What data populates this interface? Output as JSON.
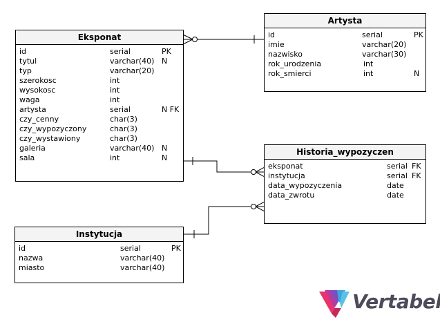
{
  "entities": {
    "eksponat": {
      "title": "Eksponat",
      "columns": [
        {
          "name": "id",
          "type": "serial",
          "flags": "PK"
        },
        {
          "name": "tytul",
          "type": "varchar(40)",
          "flags": "N"
        },
        {
          "name": "typ",
          "type": "varchar(20)",
          "flags": ""
        },
        {
          "name": "szerokosc",
          "type": "int",
          "flags": ""
        },
        {
          "name": "wysokosc",
          "type": "int",
          "flags": ""
        },
        {
          "name": "waga",
          "type": "int",
          "flags": ""
        },
        {
          "name": "artysta",
          "type": "serial",
          "flags": "N FK"
        },
        {
          "name": "czy_cenny",
          "type": "char(3)",
          "flags": ""
        },
        {
          "name": "czy_wypozyczony",
          "type": "char(3)",
          "flags": ""
        },
        {
          "name": "czy_wystawiony",
          "type": "char(3)",
          "flags": ""
        },
        {
          "name": "galeria",
          "type": "varchar(40)",
          "flags": "N"
        },
        {
          "name": "sala",
          "type": "int",
          "flags": "N"
        }
      ]
    },
    "artysta": {
      "title": "Artysta",
      "columns": [
        {
          "name": "id",
          "type": "serial",
          "flags": "PK"
        },
        {
          "name": "imie",
          "type": "varchar(20)",
          "flags": ""
        },
        {
          "name": "nazwisko",
          "type": "varchar(30)",
          "flags": ""
        },
        {
          "name": "rok_urodzenia",
          "type": "int",
          "flags": ""
        },
        {
          "name": "rok_smierci",
          "type": "int",
          "flags": "N"
        }
      ]
    },
    "historia": {
      "title": "Historia_wypozyczen",
      "columns": [
        {
          "name": "eksponat",
          "type": "serial",
          "flags": "FK"
        },
        {
          "name": "instytucja",
          "type": "serial",
          "flags": "FK"
        },
        {
          "name": "data_wypozyczenia",
          "type": "date",
          "flags": ""
        },
        {
          "name": "data_zwrotu",
          "type": "date",
          "flags": ""
        }
      ]
    },
    "instytucja": {
      "title": "Instytucja",
      "columns": [
        {
          "name": "id",
          "type": "serial",
          "flags": "PK"
        },
        {
          "name": "nazwa",
          "type": "varchar(40)",
          "flags": ""
        },
        {
          "name": "miasto",
          "type": "varchar(40)",
          "flags": ""
        }
      ]
    }
  },
  "logo": {
    "text": "Vertabelo"
  }
}
